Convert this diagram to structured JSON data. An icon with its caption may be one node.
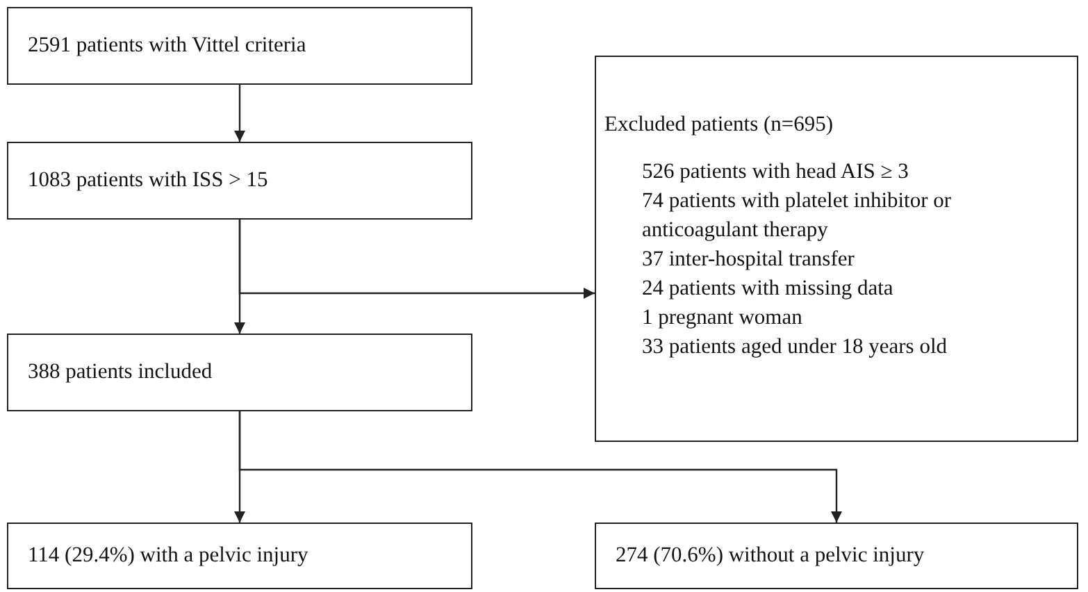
{
  "diagram": {
    "nodes": [
      {
        "text": [
          "2591 patients with Vittel criteria"
        ]
      },
      {
        "text": [
          "1083 patients with ISS > 15"
        ]
      },
      {
        "text": [
          "Excluded patients (n=695)",
          "526 patients with head AIS ≥ 3",
          "74 patients with platelet inhibitor or anticoagulant therapy",
          "37 inter-hospital transfer",
          "24 patients with missing data",
          "1 pregnant woman",
          "33 patients aged under 18 years old"
        ]
      },
      {
        "text": [
          "388 patients included"
        ]
      },
      {
        "text": [
          "114 (29.4%) with a pelvic injury"
        ]
      },
      {
        "text": [
          "274 (70.6%) without a pelvic injury"
        ]
      }
    ],
    "edges": [
      {
        "from": 0,
        "to": 1,
        "arrow": "to"
      },
      {
        "from": 1,
        "to": 3,
        "arrow": "to"
      },
      {
        "from": 1,
        "to": 2,
        "arrow": "to"
      },
      {
        "from": 3,
        "to": 4,
        "arrow": "to"
      },
      {
        "from": 3,
        "to": 5,
        "arrow": "to"
      }
    ]
  }
}
